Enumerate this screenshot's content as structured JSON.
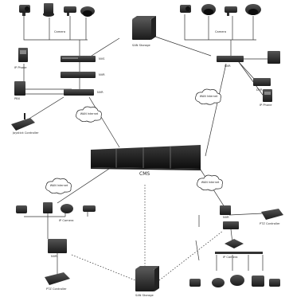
{
  "labels": {
    "cms": "CMS",
    "camera_top_left": "Camera",
    "camera_top_right": "Camera",
    "nvr_top_left": "NVR",
    "nvs_top_left": "NVS",
    "nvr_top_left_b": "NVR",
    "storage_top_center": "SAN Storage",
    "storage_bottom": "SAN Storage",
    "ip_phone_left": "IP Phone",
    "pbx_left": "PBX",
    "joystick_left": "Joystick Controller",
    "nvr_right": "NVR",
    "dvr_right": "DVR",
    "ip_phone_right": "IP Phone",
    "wan_1": "WAN Internet",
    "wan_2": "WAN Internet",
    "wan_3": "WAN Internet",
    "wan_4": "WAN Internet",
    "ip_camera_bottom_left": "IP Camera",
    "nvr_bottom_left": "NVR",
    "ptz_bottom_left": "PTZ Controller",
    "ptz_bottom_right": "PTZ Controller",
    "nvr_bottom_right": "NVR",
    "ip_camera_bottom_right": "IP Camera"
  }
}
